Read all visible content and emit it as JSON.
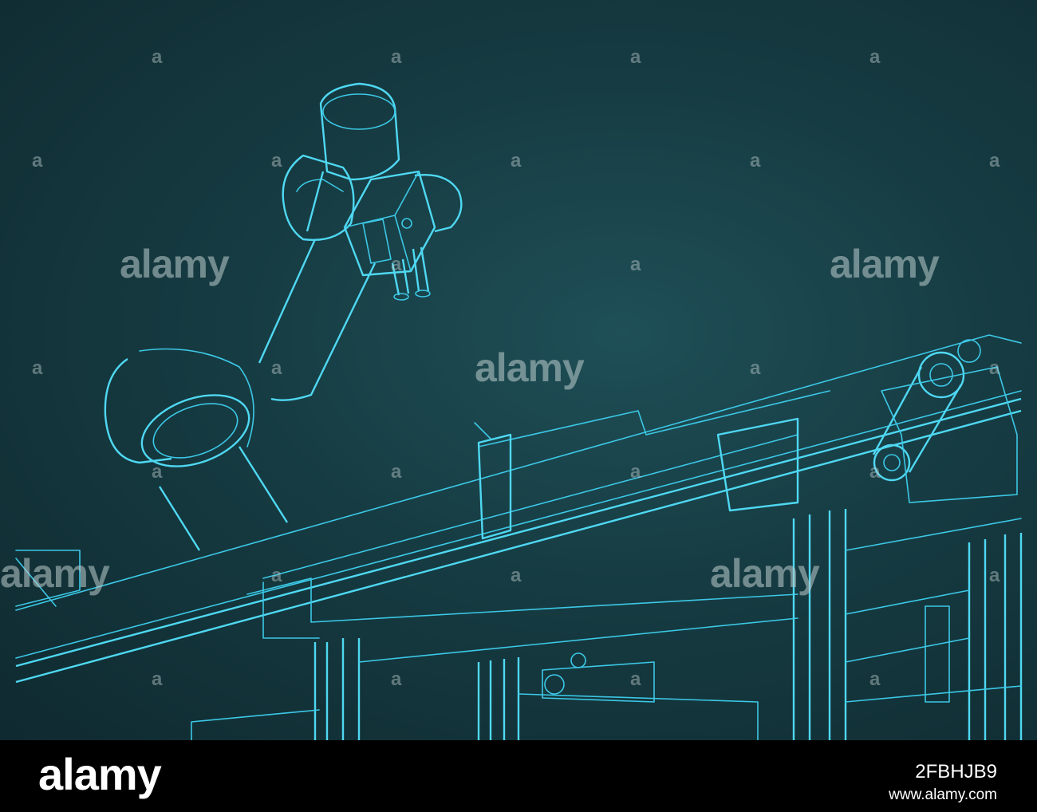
{
  "watermark": {
    "word": "alamy",
    "mark": "a"
  },
  "footer": {
    "brand": "alamy",
    "image_id": "2FBHJB9",
    "url": "www.alamy.com"
  },
  "colors": {
    "background": "#163b42",
    "line": "#3cc8e6",
    "footer": "#000000"
  }
}
